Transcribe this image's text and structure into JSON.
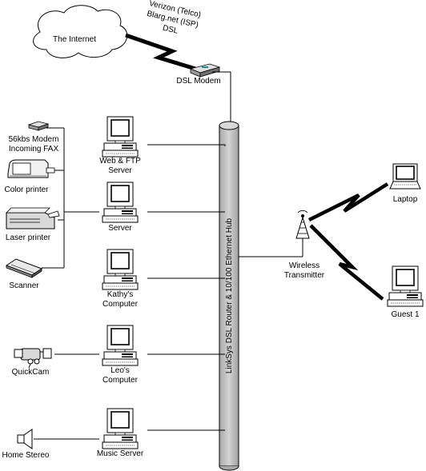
{
  "cloud": {
    "label": "The Internet"
  },
  "isp": {
    "line1": "Verizon (Telco)",
    "line2": "Blarg.net (ISP)",
    "line3": "DSL"
  },
  "modem": {
    "label": "DSL Modem"
  },
  "hub": {
    "label": "LinkSys DSL Router & 10/100 Ethernet Hub"
  },
  "devices": {
    "fax_modem_line1": "56kbs Modem",
    "fax_modem_line2": "Incoming FAX",
    "color_printer": "Color printer",
    "laser_printer": "Laser printer",
    "scanner": "Scanner",
    "quickcam": "QuickCam",
    "home_stereo": "Home Stereo"
  },
  "computers": {
    "web_ftp_line1": "Web & FTP",
    "web_ftp_line2": "Server",
    "server": "Server",
    "kathy_line1": "Kathy's",
    "kathy_line2": "Computer",
    "leo_line1": "Leo's",
    "leo_line2": "Computer",
    "music_server": "Music Server"
  },
  "wireless": {
    "line1": "Wireless",
    "line2": "Transmitter",
    "laptop": "Laptop",
    "guest": "Guest 1"
  }
}
